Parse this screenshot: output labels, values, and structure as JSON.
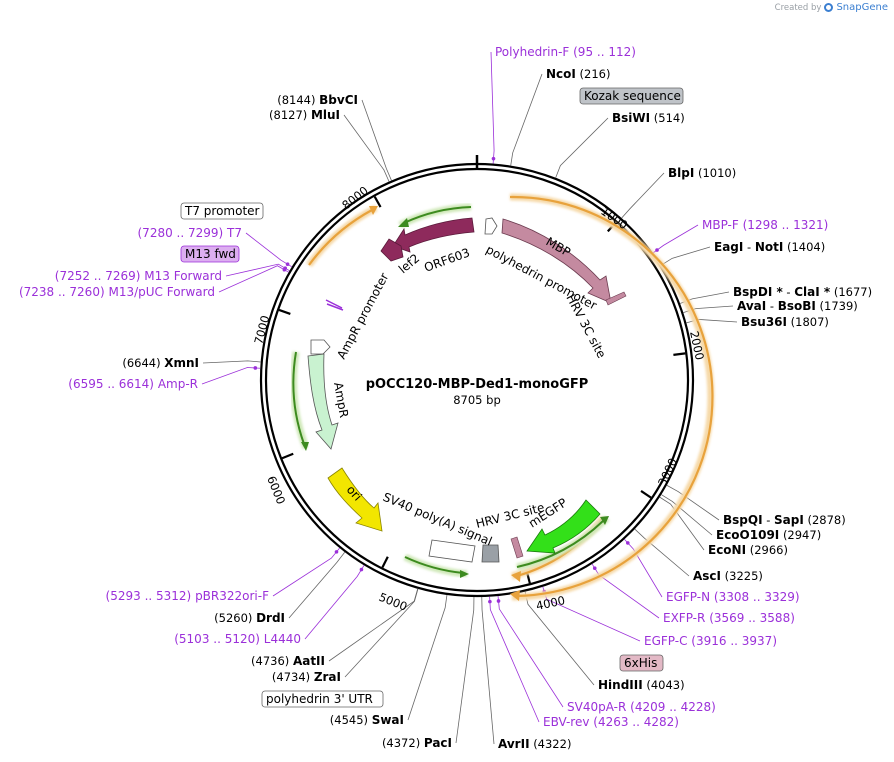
{
  "credit": {
    "prefix": "Created by",
    "brand": "SnapGene"
  },
  "plasmid": {
    "name": "pOCC120-MBP-Ded1-monoGFP",
    "size_label": "8705 bp",
    "length": 8705
  },
  "ticks": [
    {
      "pos": 1000,
      "label": "1000"
    },
    {
      "pos": 2000,
      "label": "2000"
    },
    {
      "pos": 3000,
      "label": "3000"
    },
    {
      "pos": 4000,
      "label": "4000"
    },
    {
      "pos": 5000,
      "label": "5000"
    },
    {
      "pos": 6000,
      "label": "6000"
    },
    {
      "pos": 7000,
      "label": "7000"
    },
    {
      "pos": 8000,
      "label": "8000"
    }
  ],
  "sites": [
    {
      "name": "NcoI",
      "pos": "(216)",
      "bp": 216
    },
    {
      "name": "BsiWI",
      "pos": "(514)",
      "bp": 514
    },
    {
      "name": "BlpI",
      "pos": "(1010)",
      "bp": 1010
    },
    {
      "name": "EagI",
      "name2": "NotI",
      "pos": "(1404)",
      "bp": 1404
    },
    {
      "name": "BspDI *",
      "name2": "ClaI *",
      "pos": "(1677)",
      "bp": 1677
    },
    {
      "name": "AvaI",
      "name2": "BsoBI",
      "pos": "(1739)",
      "bp": 1739
    },
    {
      "name": "Bsu36I",
      "pos": "(1807)",
      "bp": 1807
    },
    {
      "name": "BspQI",
      "name2": "SapI",
      "pos": "(2878)",
      "bp": 2878
    },
    {
      "name": "EcoO109I",
      "pos": "(2947)",
      "bp": 2947
    },
    {
      "name": "EcoNI",
      "pos": "(2966)",
      "bp": 2966
    },
    {
      "name": "AscI",
      "pos": "(3225)",
      "bp": 3225
    },
    {
      "name": "HindIII",
      "pos": "(4043)",
      "bp": 4043
    },
    {
      "name": "AvrII",
      "pos": "(4322)",
      "bp": 4322
    },
    {
      "name": "PacI",
      "pos": "(4372)",
      "bp": 4372
    },
    {
      "name": "SwaI",
      "pos": "(4545)",
      "bp": 4545
    },
    {
      "name": "ZraI",
      "pos": "(4734)",
      "bp": 4734
    },
    {
      "name": "AatII",
      "pos": "(4736)",
      "bp": 4736
    },
    {
      "name": "DrdI",
      "pos": "(5260)",
      "bp": 5260
    },
    {
      "name": "XmnI",
      "pos": "(6644)",
      "bp": 6644
    },
    {
      "name": "MluI",
      "pos": "(8127)",
      "bp": 8127
    },
    {
      "name": "BbvCI",
      "pos": "(8144)",
      "bp": 8144
    }
  ],
  "primers": [
    {
      "name": "Polyhedrin-F",
      "range": "(95 .. 112)",
      "bp": 103
    },
    {
      "name": "MBP-F",
      "range": "(1298 .. 1321)",
      "bp": 1310
    },
    {
      "name": "EGFP-N",
      "range": "(3308 .. 3329)",
      "bp": 3318
    },
    {
      "name": "EXFP-R",
      "range": "(3569 .. 3588)",
      "bp": 3578
    },
    {
      "name": "EGFP-C",
      "range": "(3916 .. 3937)",
      "bp": 3926
    },
    {
      "name": "SV40pA-R",
      "range": "(4209 .. 4228)",
      "bp": 4218
    },
    {
      "name": "EBV-rev",
      "range": "(4263 .. 4282)",
      "bp": 4272
    },
    {
      "name": "L4440",
      "range": "(5103 .. 5120)",
      "bp": 5111
    },
    {
      "name": "pBR322ori-F",
      "range": "(5293 .. 5312)",
      "bp": 5302
    },
    {
      "name": "Amp-R",
      "range": "(6595 .. 6614)",
      "bp": 6604
    },
    {
      "name": "M13/pUC Forward",
      "range": "(7238 .. 7260)",
      "bp": 7249
    },
    {
      "name": "M13 Forward",
      "range": "(7252 .. 7269)",
      "bp": 7260
    },
    {
      "name": "T7",
      "range": "(7280 .. 7299)",
      "bp": 7289
    }
  ],
  "boxed_labels": {
    "kozak": "Kozak sequence",
    "t7_promoter": "T7 promoter",
    "m13_fwd": "M13 fwd",
    "six_his": "6xHis",
    "polyhedrin_utr": "polyhedrin 3' UTR"
  },
  "features": {
    "mbp": "MBP",
    "polyhedrin_promoter": "polyhedrin promoter",
    "hrv_site_1": "HRV 3C site",
    "orf603": "ORF603",
    "lef2": "lef2",
    "ampr_promoter": "AmpR promoter",
    "ampr": "AmpR",
    "ori": "ori",
    "sv40": "SV40 poly(A) signal",
    "hrv_site_2": "HRV 3C site",
    "megfp": "mEGFP"
  },
  "colors": {
    "backbone": "#000000",
    "primer": "#9b30d9",
    "orf": "#e8a23c",
    "orf_glow": "#f6d9a8",
    "green": "#3d8b1f",
    "green_glow": "#cfe8b8",
    "mbp": "#c48aa0",
    "orf603": "#8e2a5c",
    "ampr": "#c9f2d0",
    "ori": "#f2e600",
    "megfp": "#33e019",
    "gray": "#9aa0a6",
    "six_his_box": "#e3b9c6",
    "m13_box": "#dcaef0",
    "kozak_box": "#bfc3c8"
  }
}
